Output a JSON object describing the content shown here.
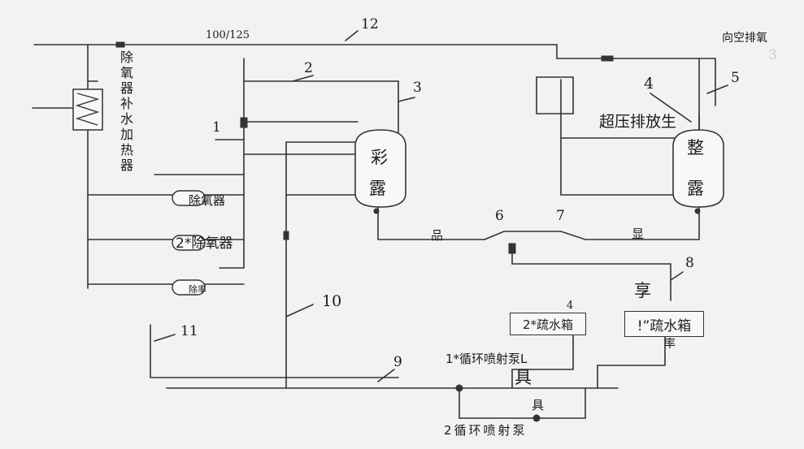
{
  "labels": {
    "num_12": "12",
    "pipe_size": "100/125",
    "vent_to_air": "向空排氧",
    "num_3_top": "3",
    "num_4_top": "4",
    "num_5": "5",
    "makeup_heater": "除氧器补水加热器",
    "num_2": "2",
    "num_3_mid": "3",
    "num_1": "1",
    "overpressure": "超压排放生",
    "tank_left_1": "彩",
    "tank_left_2": "露",
    "tank_right_1": "整",
    "tank_right_2": "露",
    "deaerator_1": "除氧器",
    "deaerator_2": "2*除氧器",
    "deaerator_3": "除率",
    "num_6": "6",
    "num_7": "7",
    "pin": "品",
    "xian": "显",
    "num_8": "8",
    "xiang": "享",
    "num_10": "10",
    "num_4_mid": "4",
    "drain_tank_2": "2*疏水箱",
    "drain_tank_1": "!”疏水箱",
    "lv": "率",
    "num_11": "11",
    "pump_1": "1*循环喷射泵L",
    "num_9": "9",
    "ju_big": "具",
    "ju_small": "具",
    "pump_2": "2循环喷射泵"
  }
}
